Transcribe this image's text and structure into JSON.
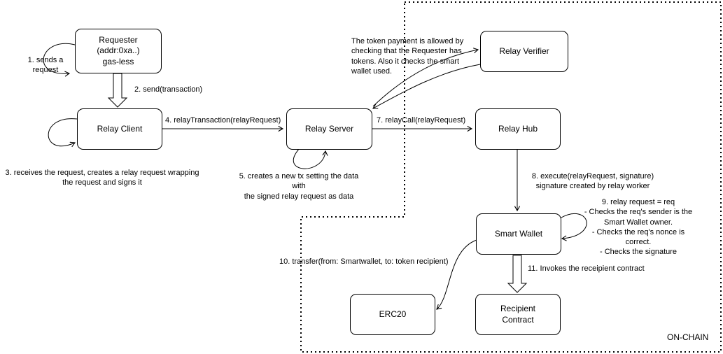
{
  "nodes": {
    "requester": {
      "label": "Requester\n(addr:0xa..)\ngas-less"
    },
    "relay_client": {
      "label": "Relay Client"
    },
    "relay_server": {
      "label": "Relay Server"
    },
    "relay_verifier": {
      "label": "Relay Verifier"
    },
    "relay_hub": {
      "label": "Relay Hub"
    },
    "smart_wallet": {
      "label": "Smart Wallet"
    },
    "erc20": {
      "label": "ERC20"
    },
    "recipient_contract": {
      "label": "Recipient\nContract"
    }
  },
  "annotations": {
    "step1": "1. sends a\nrequest",
    "step2": "2. send(transaction)",
    "step3": "3. receives the request, creates a relay request wrapping\nthe request and signs it",
    "step4": "4. relayTransaction(relayRequest)",
    "step5": "5. creates a new tx setting the data with\nthe signed relay request as data",
    "token_note": "The token payment is allowed by\nchecking that the Requester has\ntokens. Also it checks the smart\nwallet used.",
    "step7": "7. relayCall(relayRequest)",
    "step8": "8. execute(relayRequest, signature)\nsignature created by relay worker",
    "step9": "9. relay request = req\n- Checks the req's sender is the\nSmart Wallet owner.\n- Checks the req's nonce is correct.\n- Checks the signature",
    "step10": "10. transfer(from: Smartwallet, to: token recipient)",
    "step11": "11. Invokes the receipient contract",
    "on_chain": "ON-CHAIN"
  },
  "colors": {
    "stroke": "#000000",
    "background": "#ffffff"
  }
}
